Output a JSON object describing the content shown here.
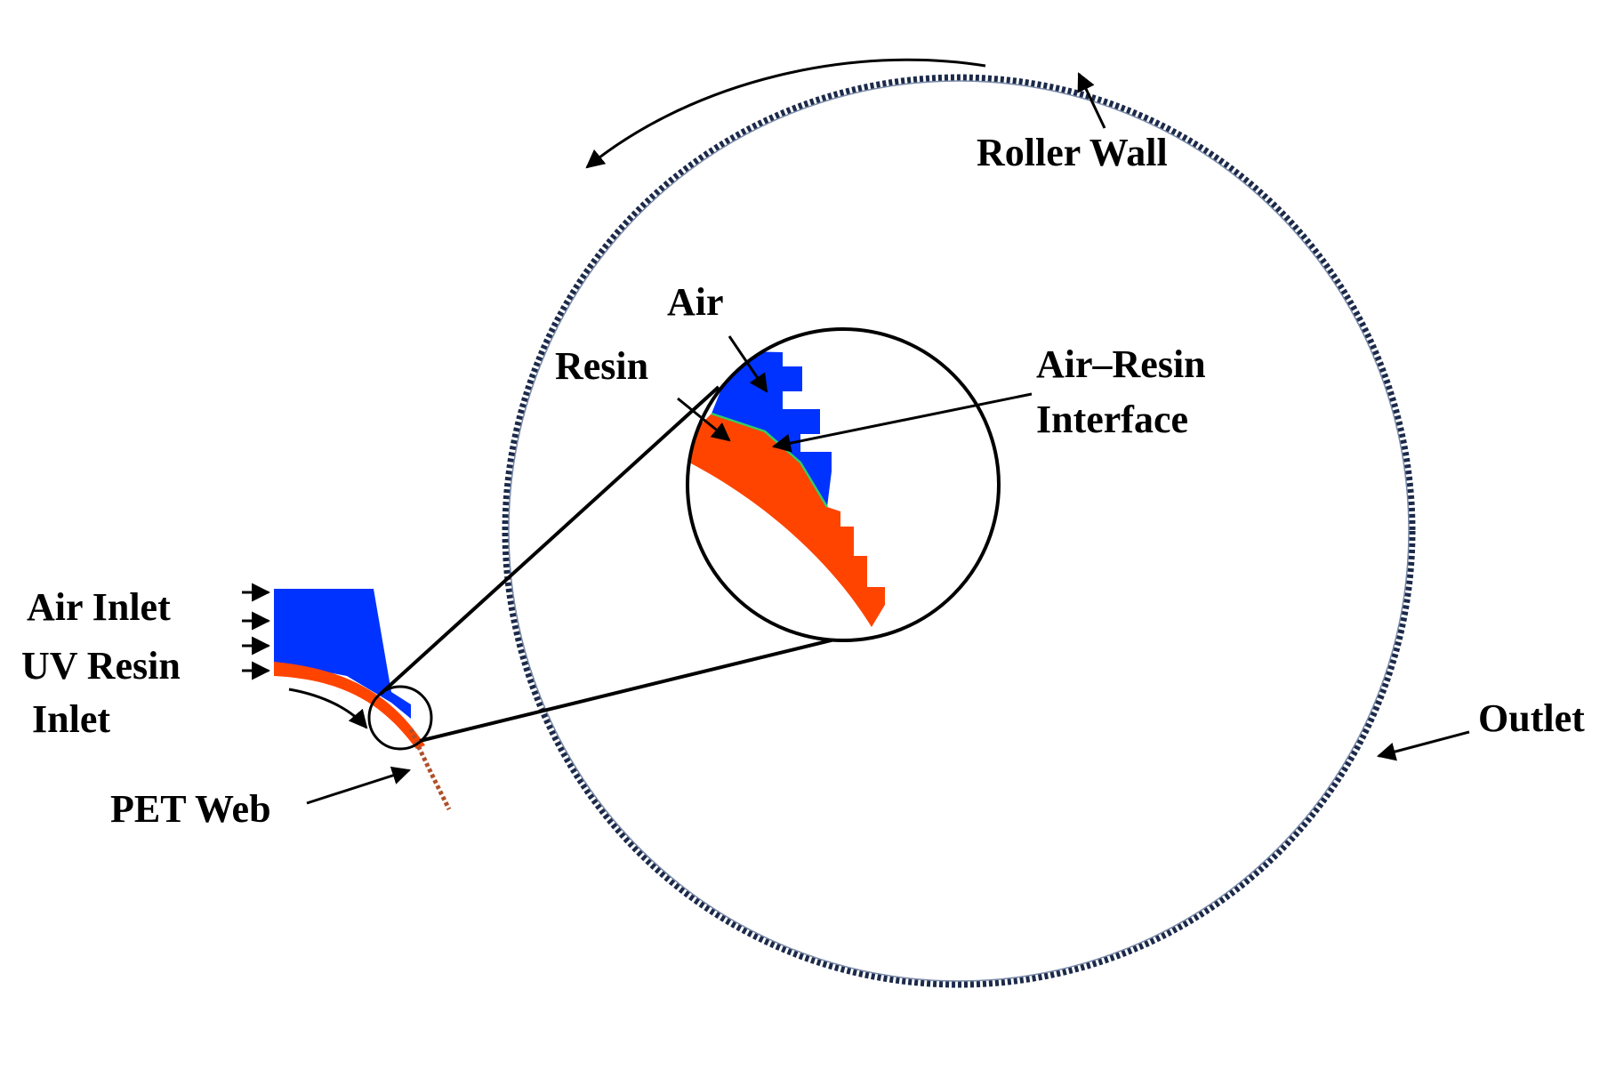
{
  "labels": {
    "roller_wall": "Roller Wall",
    "air": "Air",
    "resin": "Resin",
    "interface_line1": "Air–Resin",
    "interface_line2": "Interface",
    "air_inlet": "Air Inlet",
    "uv_resin_line1": "UV Resin",
    "uv_resin_line2": "Inlet",
    "pet_web": "PET Web",
    "outlet": "Outlet"
  },
  "colors": {
    "air": "#0033ff",
    "resin": "#ff4400",
    "roller_wall": "#1c2a4a",
    "interface": "#33cc66"
  }
}
